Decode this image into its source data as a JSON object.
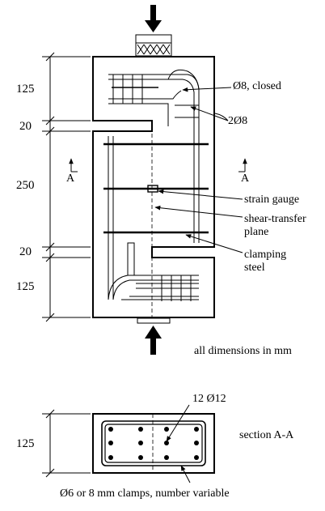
{
  "dimensions": {
    "top_head": "125",
    "top_notch": "20",
    "shear_zone": "250",
    "bottom_notch": "20",
    "bottom_head": "125",
    "section_height": "125"
  },
  "labels": {
    "stirrup_closed": "Ø8, closed",
    "bar_2": "2Ø8",
    "strain_gauge": "strain gauge",
    "shear_plane_line1": "shear-transfer",
    "shear_plane_line2": "plane",
    "clamping_line1": "clamping",
    "clamping_line2": "steel",
    "units_note": "all dimensions in mm",
    "main_bars": "12 Ø12",
    "section_title": "section A-A",
    "clamps_note": "Ø6 or 8 mm clamps, number variable"
  },
  "section_marks": {
    "left": "A",
    "right": "A"
  },
  "colors": {
    "ink": "#000000",
    "background": "#ffffff"
  }
}
